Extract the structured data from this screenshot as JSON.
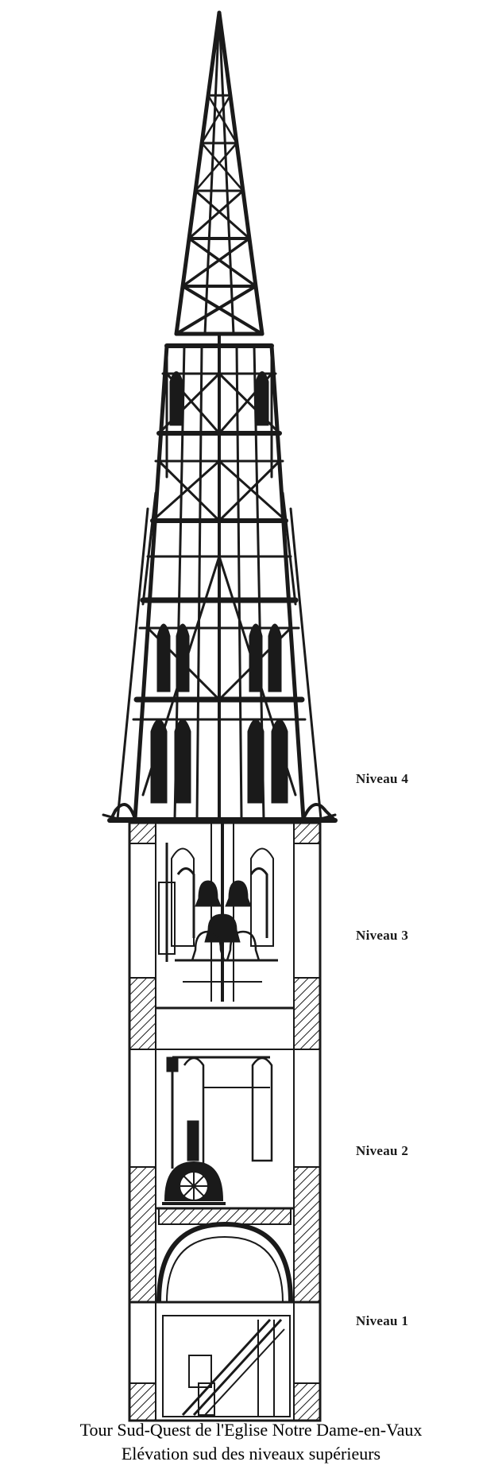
{
  "levels": [
    {
      "label": "Niveau 4"
    },
    {
      "label": "Niveau 3"
    },
    {
      "label": "Niveau 2"
    },
    {
      "label": "Niveau 1"
    }
  ],
  "caption": {
    "line1": "Tour Sud-Quest de l'Eglise Notre Dame-en-Vaux",
    "line2": "Elévation sud des niveaux supérieurs"
  },
  "colors": {
    "ink": "#1a1a1a",
    "paper": "#ffffff"
  }
}
